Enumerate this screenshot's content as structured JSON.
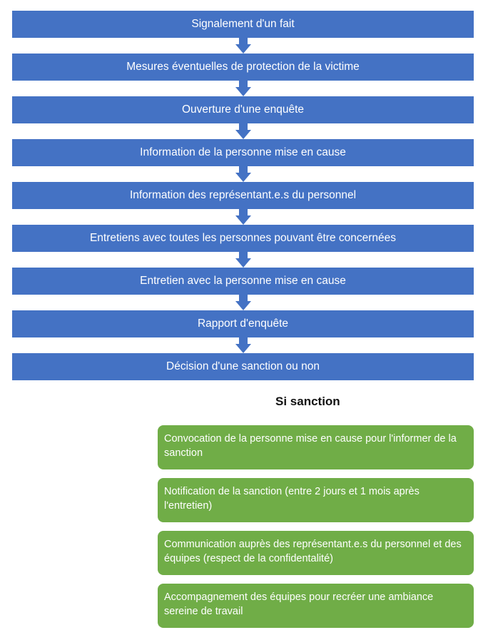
{
  "steps": [
    {
      "label": "Signalement d'un fait"
    },
    {
      "label": "Mesures éventuelles de protection de la victime"
    },
    {
      "label": "Ouverture d'une enquête"
    },
    {
      "label": "Information de la personne mise en cause"
    },
    {
      "label": "Information des représentant.e.s du personnel"
    },
    {
      "label": "Entretiens avec toutes les personnes pouvant être concernées"
    },
    {
      "label": "Entretien avec la personne mise en cause"
    },
    {
      "label": "Rapport d'enquête"
    },
    {
      "label": "Décision d'une sanction ou non"
    }
  ],
  "branch": {
    "title": "Si sanction",
    "items": [
      {
        "label": "Convocation de la personne mise en cause pour l'informer de la sanction"
      },
      {
        "label": "Notification de la sanction (entre 2 jours et 1 mois après l'entretien)"
      },
      {
        "label": "Communication auprès des représentant.e.s du personnel et des équipes (respect de la confidentalité)"
      },
      {
        "label": "Accompagnement des équipes pour recréer une ambiance sereine de travail"
      }
    ]
  },
  "colors": {
    "step_fill": "#4472c4",
    "arrow_fill": "#4472c4",
    "branch_fill": "#70ad47"
  }
}
